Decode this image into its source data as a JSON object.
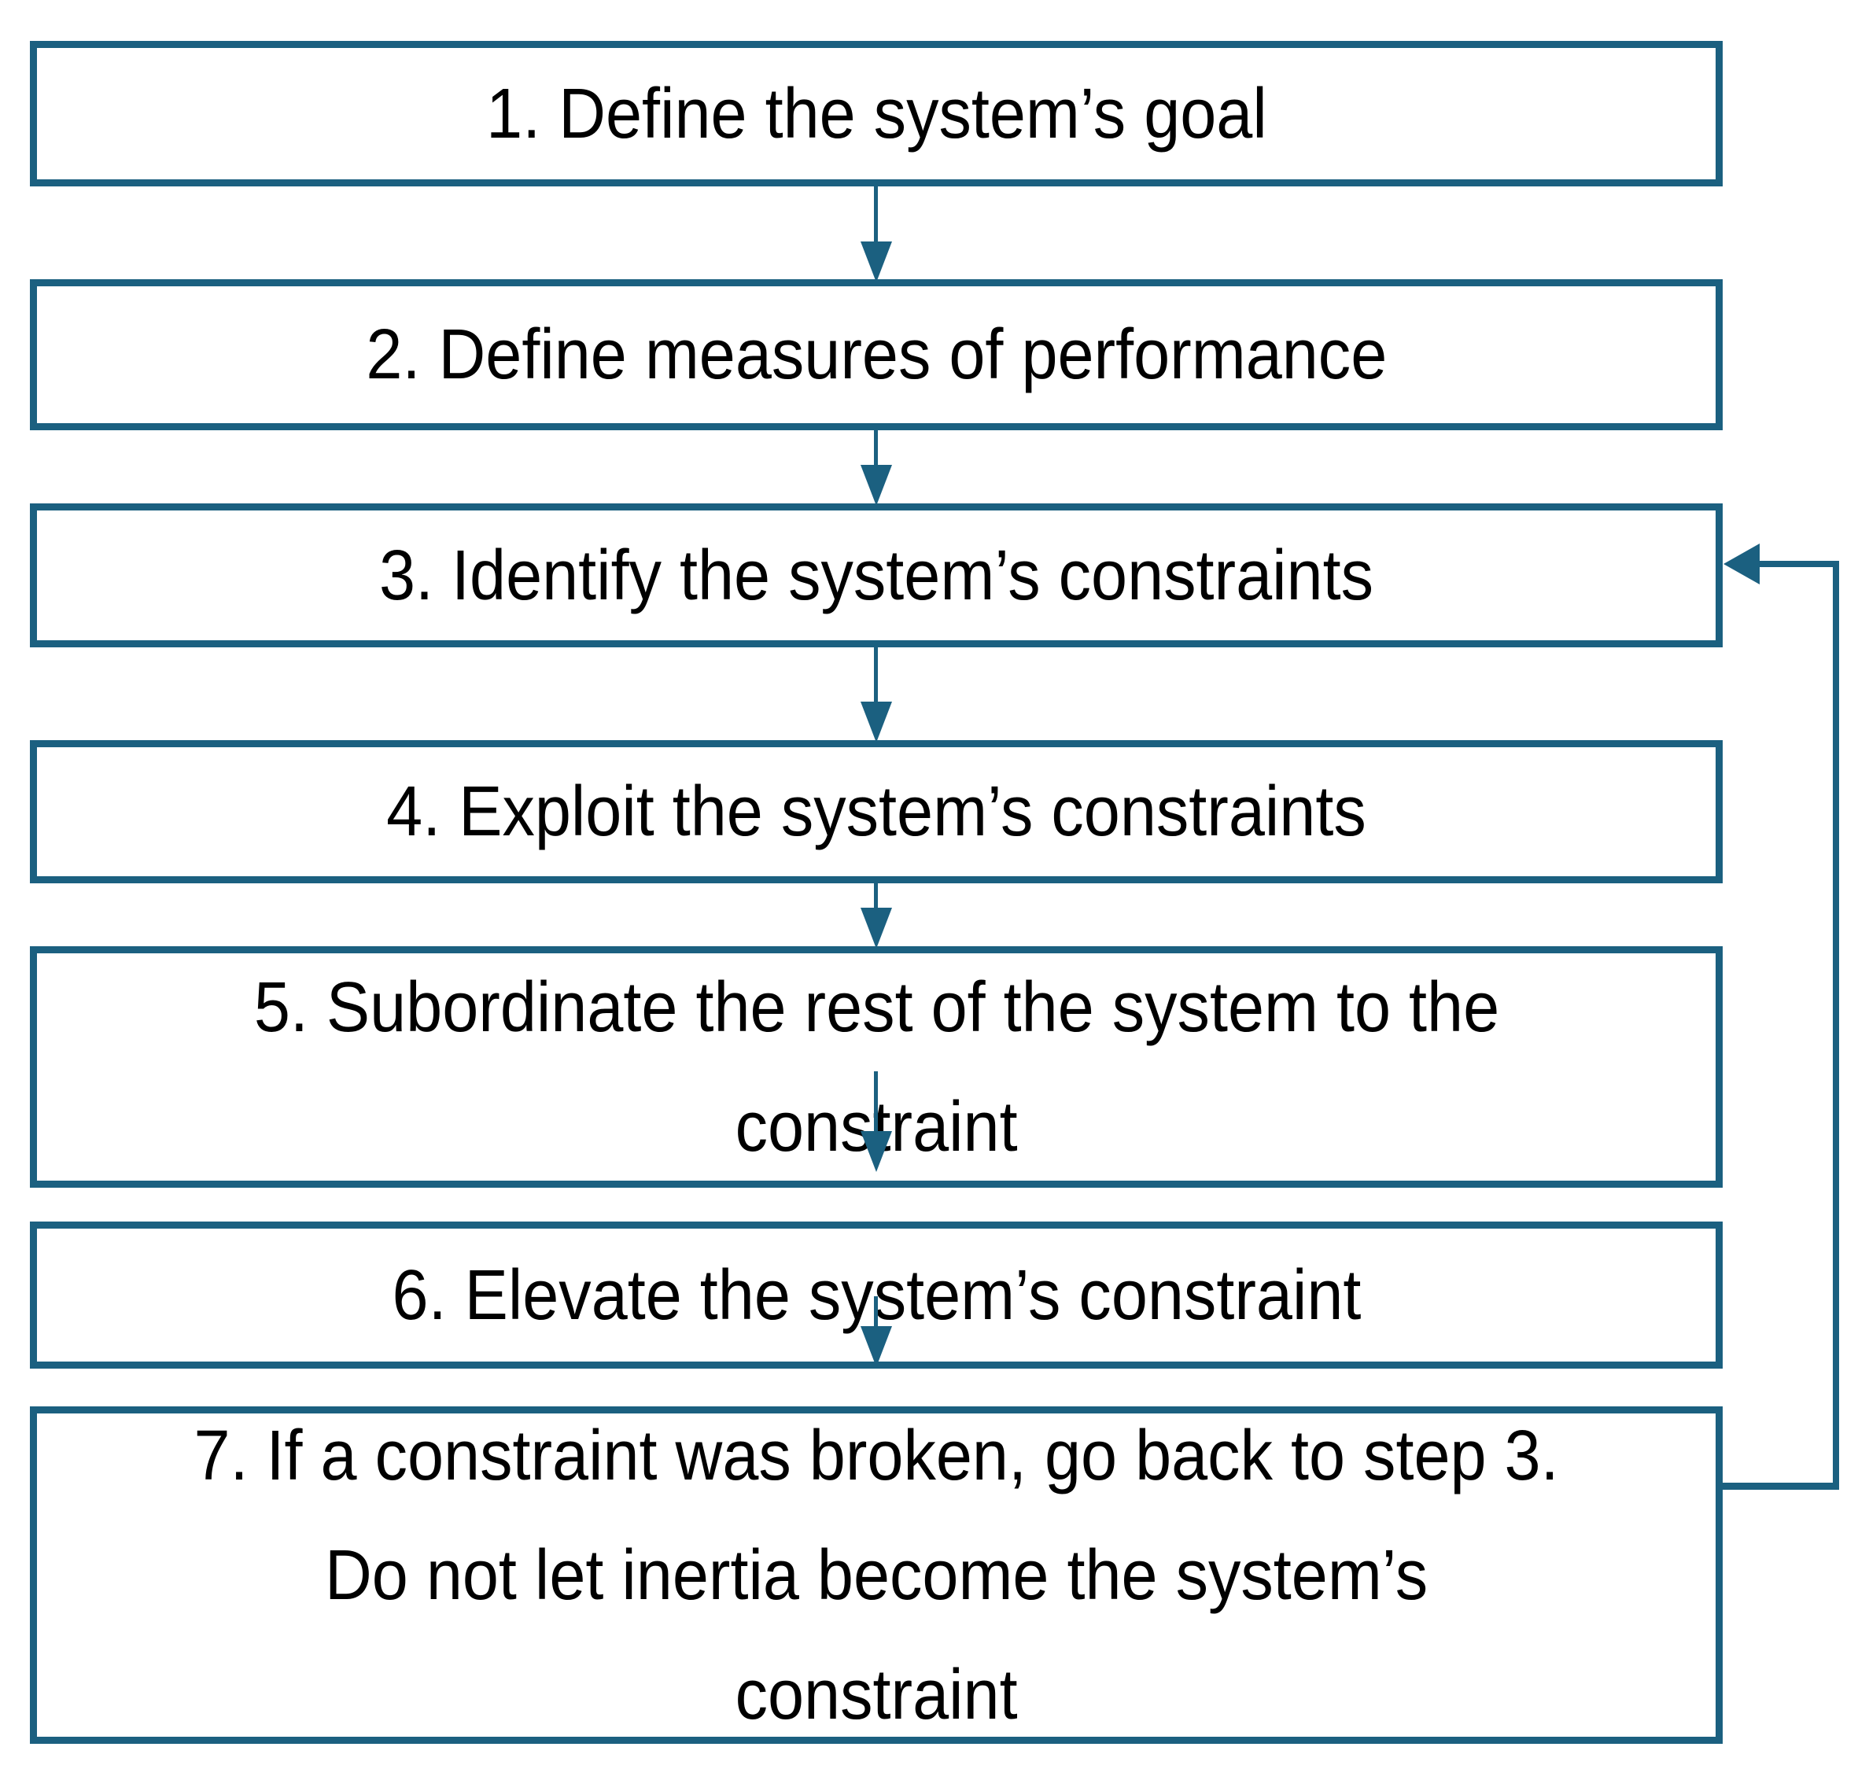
{
  "diagram": {
    "type": "flowchart",
    "colors": {
      "line": "#1b6080",
      "text": "#000000",
      "box_fill": "#ffffff",
      "background": "#ffffff"
    },
    "boxes": [
      {
        "id": "1",
        "lines": [
          "1. Define the system’s goal"
        ]
      },
      {
        "id": "2",
        "lines": [
          "2. Define measures of performance"
        ]
      },
      {
        "id": "3",
        "lines": [
          "3. Identify the system’s constraints"
        ]
      },
      {
        "id": "4",
        "lines": [
          "4. Exploit the system’s constraints"
        ]
      },
      {
        "id": "5",
        "lines": [
          "5. Subordinate the rest of the system to the",
          "constraint"
        ]
      },
      {
        "id": "6",
        "lines": [
          "6. Elevate the system’s constraint"
        ]
      },
      {
        "id": "7",
        "lines": [
          "7. If a constraint was broken, go back to step 3.",
          "Do not let inertia become the system’s",
          "constraint"
        ]
      }
    ],
    "connections": [
      {
        "from": "1",
        "to": "2",
        "type": "down-arrow"
      },
      {
        "from": "2",
        "to": "3",
        "type": "down-arrow"
      },
      {
        "from": "3",
        "to": "4",
        "type": "down-arrow"
      },
      {
        "from": "4",
        "to": "5",
        "type": "down-arrow"
      },
      {
        "from": "5",
        "to": "6",
        "type": "down-arrow"
      },
      {
        "from": "6",
        "to": "7",
        "type": "down-arrow"
      },
      {
        "from": "7",
        "to": "3",
        "type": "feedback-loop-right-side"
      }
    ]
  }
}
